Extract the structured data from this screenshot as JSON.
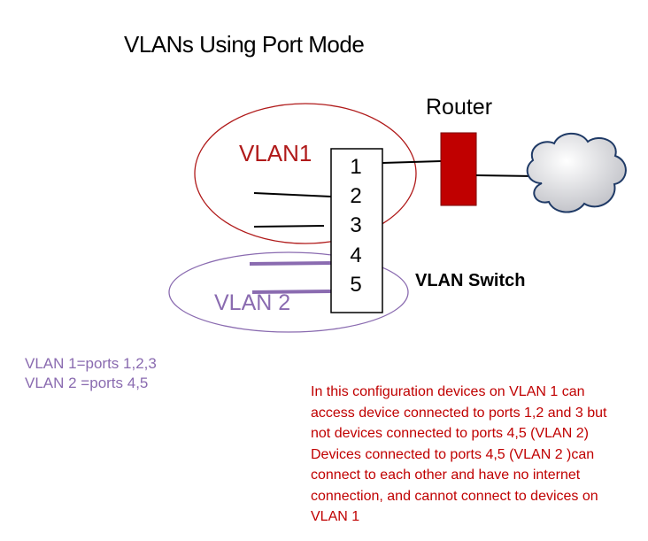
{
  "title": "VLANs Using Port Mode",
  "router_label": "Router",
  "vlan1_label": "VLAN1",
  "vlan2_label": "VLAN 2",
  "switch_label": "VLAN Switch",
  "ports": [
    "1",
    "2",
    "3",
    "4",
    "5"
  ],
  "legend": [
    "VLAN 1=ports 1,2,3",
    "VLAN 2 =ports 4,5"
  ],
  "note_lines": [
    "In this configuration devices on VLAN 1 can",
    "access device connected to ports 1,2 and 3 but",
    "not devices connected to ports 4,5 (VLAN 2)",
    "Devices connected to ports 4,5 (VLAN 2 )can",
    "connect to each other and have no internet",
    "connection, and cannot connect to devices on",
    "VLAN 1"
  ],
  "colors": {
    "vlan1": "#b01a1a",
    "vlan2": "#8a6bb0",
    "router": "#c00000",
    "note": "#c00000",
    "cloud": "#d0d0d4"
  },
  "icons": [
    "router-icon",
    "cloud-icon",
    "switch-icon"
  ]
}
